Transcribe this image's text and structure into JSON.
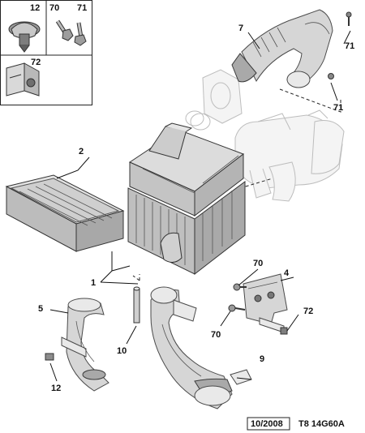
{
  "callouts": {
    "c1": "1",
    "c2": "2",
    "c4": "4",
    "c5": "5",
    "c7": "7",
    "c9": "9",
    "c10": "10",
    "c12_inset": "12",
    "c12_main": "12",
    "c70_inset": "70",
    "c70_a": "70",
    "c70_b": "70",
    "c71_inset": "71",
    "c71_a": "71",
    "c71_b": "71",
    "c72_inset": "72",
    "c72_main": "72"
  },
  "footer": {
    "date": "10/2008",
    "reference": "T8 14G60A"
  }
}
